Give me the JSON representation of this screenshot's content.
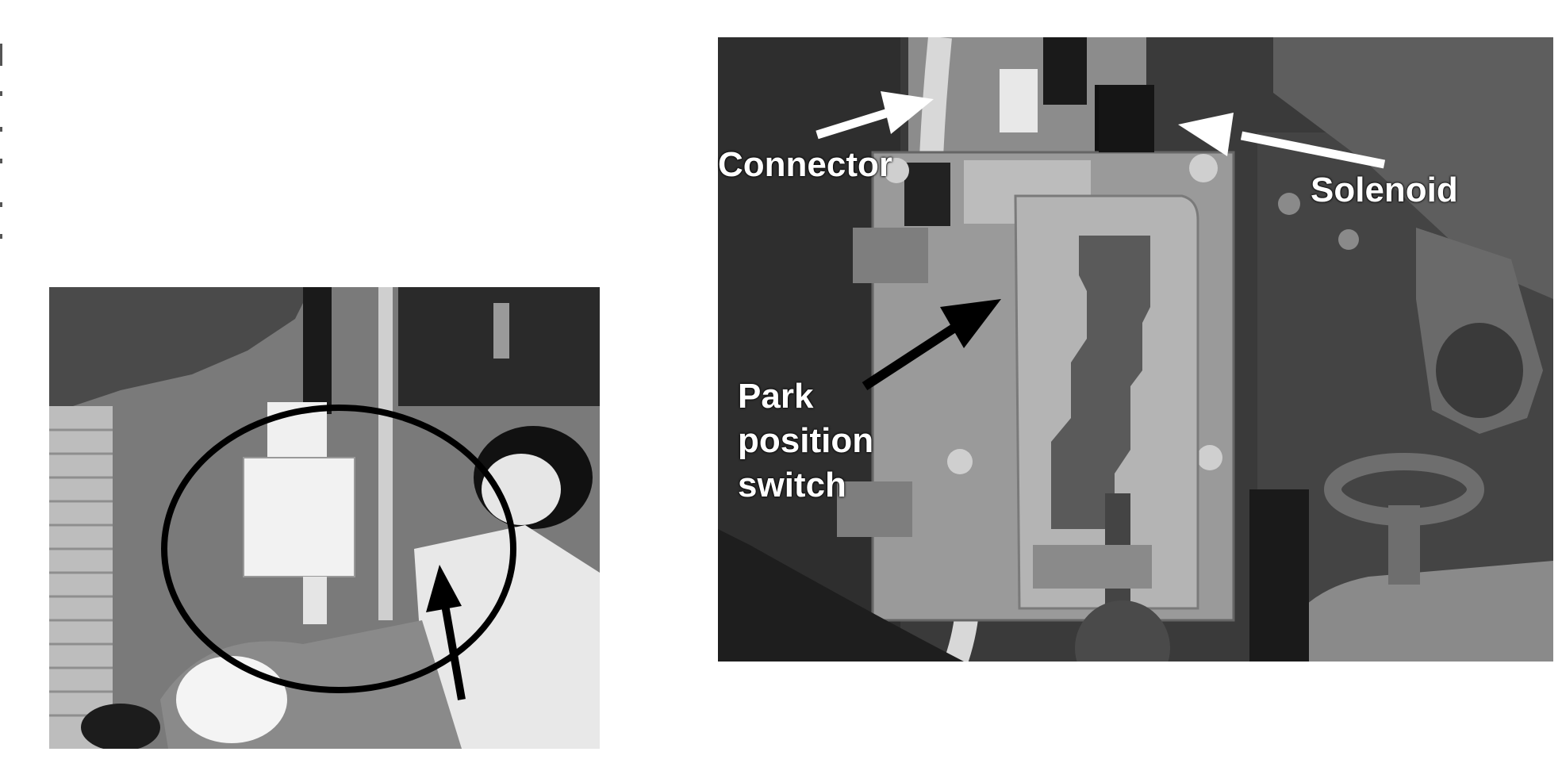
{
  "figure": {
    "left_photo": {
      "description_icon": "connector-closeup-photo"
    },
    "right_photo": {
      "description_icon": "shift-lever-assembly-photo"
    },
    "callouts": {
      "connector": "Connector",
      "solenoid": "Solenoid",
      "park_position_switch": "Park\nposition\nswitch"
    },
    "colors": {
      "arrow_white": "#ffffff",
      "arrow_black": "#000000",
      "circle": "#000000"
    }
  }
}
